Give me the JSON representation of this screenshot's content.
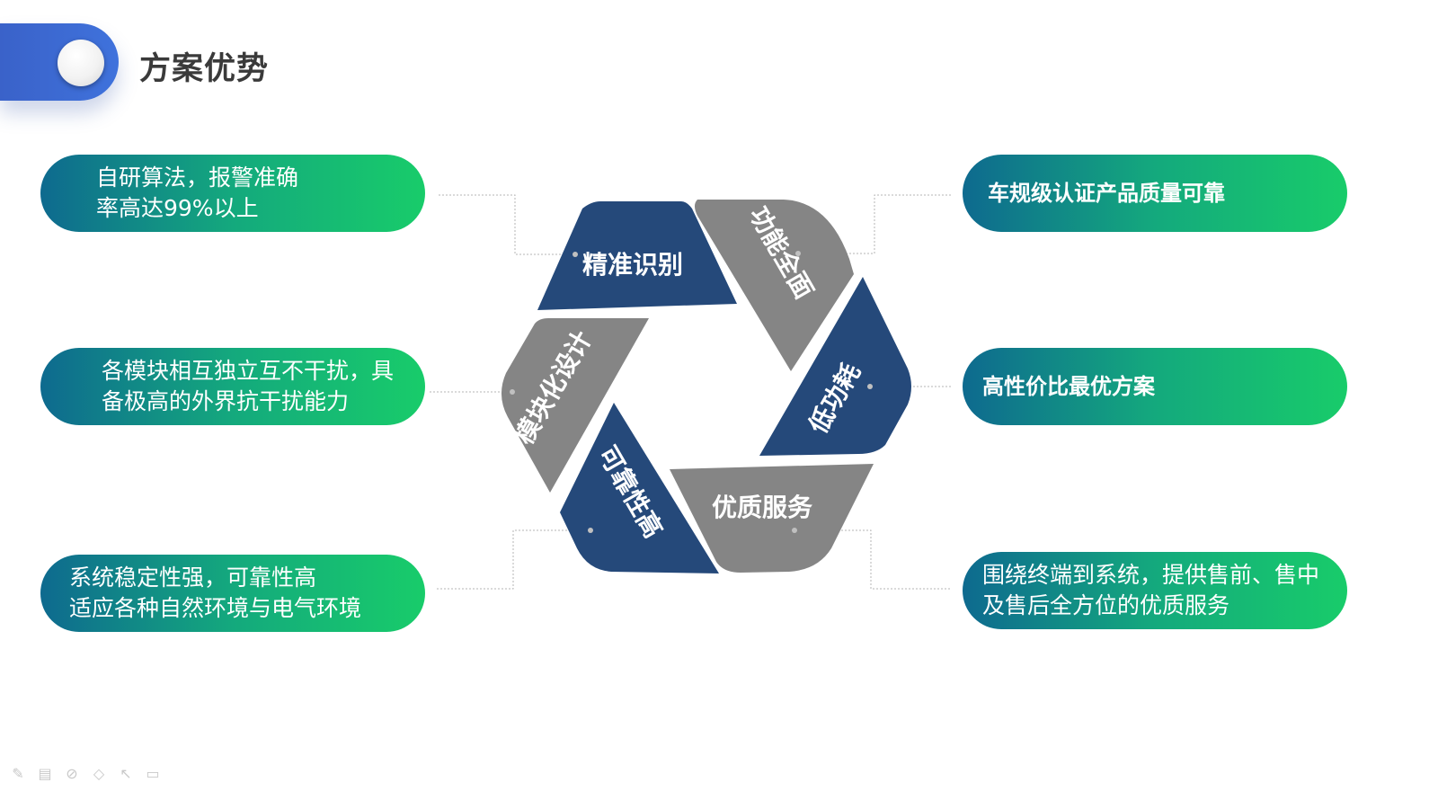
{
  "title": "方案优势",
  "segments": [
    {
      "label": "精准识别",
      "color": "#25497a"
    },
    {
      "label": "功能全面",
      "color": "#858585"
    },
    {
      "label": "低功耗",
      "color": "#25497a"
    },
    {
      "label": "优质服务",
      "color": "#858585"
    },
    {
      "label": "可靠性高",
      "color": "#25497a"
    },
    {
      "label": "模块化设计",
      "color": "#858585"
    }
  ],
  "left_items": [
    {
      "text": "自研算法，报警准确\n率高达99%以上"
    },
    {
      "text": "各模块相互独立互不干扰，具\n备极高的外界抗干扰能力"
    },
    {
      "text": "系统稳定性强，可靠性高\n适应各种自然环境与电气环境"
    }
  ],
  "right_items": [
    {
      "text": "车规级认证产品质量可靠"
    },
    {
      "text": "高性价比最优方案"
    },
    {
      "text": "围绕终端到系统，提供售前、售中\n及售后全方位的优质服务"
    }
  ],
  "toolbar": [
    "pen-icon",
    "slides-icon",
    "eraser-icon",
    "highlighter-icon",
    "pointer-icon",
    "screen-icon"
  ],
  "colors": {
    "accent": "#3a62c9",
    "pill_start": "#0e6a8f",
    "pill_end": "#18cc6a",
    "dark_segment": "#25497a",
    "grey_segment": "#858585"
  }
}
